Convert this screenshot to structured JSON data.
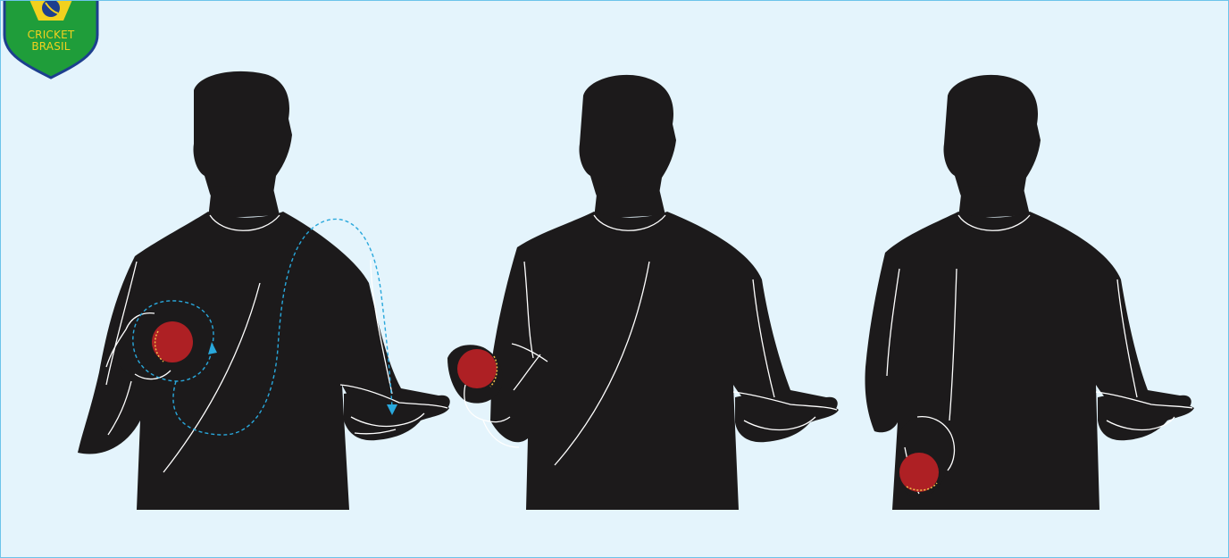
{
  "logo": {
    "line1": "CRICKET",
    "line2": "BRASIL",
    "colors": {
      "shield_green": "#1f9d3a",
      "shield_border": "#1d3f8e",
      "text_yellow": "#f2d11e"
    }
  },
  "figures": [
    {
      "id": "figure-1",
      "ball_hand": "right",
      "shows_motion_arrows": true
    },
    {
      "id": "figure-2",
      "ball_hand": "right",
      "shows_motion_arrows": false
    },
    {
      "id": "figure-3",
      "ball_hand": "right",
      "shows_motion_arrows": false
    }
  ],
  "colors": {
    "background": "#e4f4fc",
    "silhouette": "#1c1a1b",
    "outline": "#ffffff",
    "ball": "#ae2024",
    "seam": "#f2c14a",
    "arrow": "#29a8dc"
  }
}
